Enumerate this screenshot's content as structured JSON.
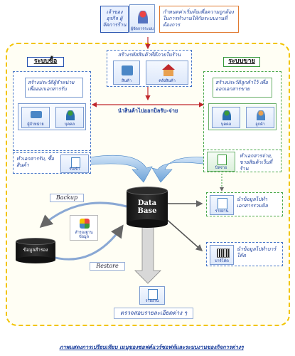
{
  "top": {
    "owner_box": "เจ้าของธุรกิจ ผู้จัดการร้าน",
    "manager_icon_label": "ผู้จัดการระบบ",
    "note": "กำหนดค่าเริ่มต้นเพื่อความถูกต้องในการทำงานให้กับระบบงานที่ต้องการ"
  },
  "center_top": {
    "caption": "สร้างรหัสสินค้าที่มีภายในร้าน",
    "product_icon_label": "สินค้า",
    "warehouse_icon_label": "คลังสินค้า"
  },
  "buy": {
    "header": "ระบบซื้อ",
    "create_supplier": "สร้างประวัติผู้จำหน่าย เพื่อออกเอกสารรับ",
    "supplier_label": "ผู้จำหน่าย",
    "person_label": "บุคคล",
    "doc_note": "ทำเอกสารรับ, ซื้อสินค้า",
    "receive_label": "รับเข้า"
  },
  "sell": {
    "header": "ระบบขาย",
    "create_customer": "สร้างประวัติลูกค้าไว้ เพื่อออกเอกสารขาย",
    "person_label": "บุคคล",
    "customer_label": "ลูกค้า",
    "doc_note": "ทำเอกสารจ่าย, ขายสินค้าเว็บที่ร้าน",
    "issue_label": "บิลจ่าย"
  },
  "middle_arrow_label": "นำสินค้าไปออกบิลรับ-จ่าย",
  "database": {
    "line1": "Data",
    "line2": "Base"
  },
  "backup_label": "Backup",
  "restore_label": "Restore",
  "backup_store": "ข้อมูลสำรอง",
  "system_icon_label": "สำรองฐานข้อมูล",
  "right_outputs": [
    {
      "icon_label": "รายงาน",
      "text": "นำข้อมูลไปทำเอกสารรวมบิล"
    },
    {
      "icon_label": "บาร์โค้ด",
      "text": "นำข้อมูลไปทำบาร์โค้ด"
    }
  ],
  "report": {
    "icon_label": "รายงาน",
    "text": "ตรวจสอบรายละเอียดต่าง ๆ"
  },
  "footer_caption": "ภาพแสดงการเปรียบเทียบ เมนูของซอฟต์แวร์ซอฟท์และระบบงานของกิจการต่างๆ"
}
